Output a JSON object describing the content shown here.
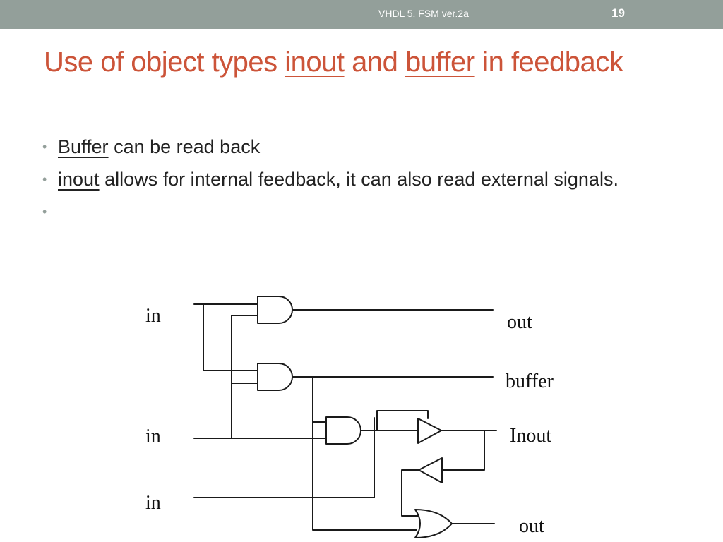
{
  "header": {
    "footer_text": "VHDL 5. FSM ver.2a",
    "page_number": "19"
  },
  "title": {
    "part1": "Use of object types ",
    "inout": "inout",
    "part2": " and ",
    "buffer": "buffer",
    "part3": " in feedback"
  },
  "bullets": [
    {
      "underlined": "Buffer",
      "rest": " can be read back"
    },
    {
      "underlined": "inout",
      "rest": " allows for internal feedback, it can also read external signals."
    },
    {
      "underlined": "",
      "rest": ""
    }
  ],
  "bullet_glyph": "•",
  "diagram": {
    "labels": {
      "in1": "in",
      "in2": "in",
      "in3": "in",
      "out1": "out",
      "buffer": "buffer",
      "inout": "Inout",
      "out2": "out"
    }
  },
  "colors": {
    "topbar": "#939f9a",
    "title": "#cc5439",
    "text": "#222222"
  }
}
